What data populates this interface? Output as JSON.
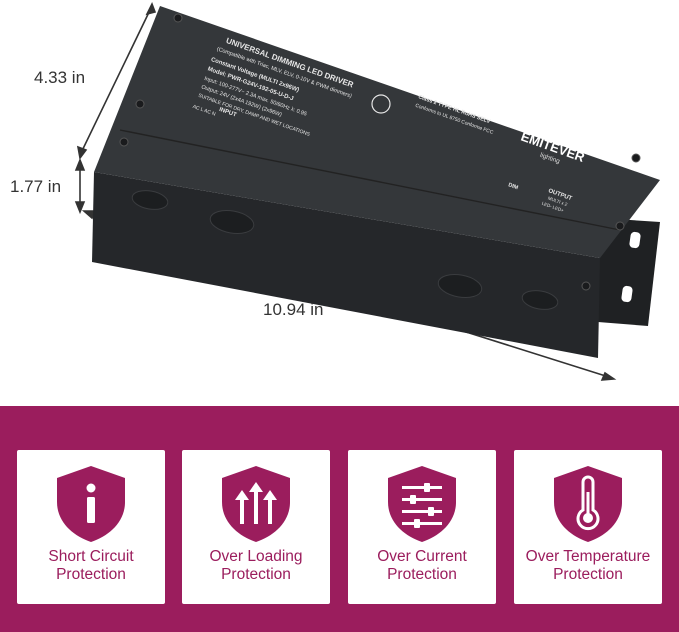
{
  "dimensions": {
    "height": "4.33 in",
    "depth": "1.77 in",
    "length": "10.94 in"
  },
  "product": {
    "title": "UNIVERSAL DIMMING LED DRIVER",
    "subtitle": "(Compatible with Triac, MLV, ELV, 0-10V & PWM dimmers)",
    "constant_voltage": "Constant Voltage (MULTI 2x96W)",
    "model": "Model: PWR-G24V-192-05-U-D-J",
    "input": "Input: 100-277V~ 2.3A max. 50/60Hz λ: 0.95",
    "output": "Output: 24V (2x4A 192W) (2x96W)",
    "suitable": "SUITABLE FOR DRY, DAMP AND WET LOCATIONS",
    "brand": "EMITEVER",
    "brand_sub": "lighting",
    "class_text": "Class 2  TYPE HL  RoHS  SELV",
    "conforms": "Conforms to UL 8750  Conforme FCC",
    "input_label": "INPUT",
    "ac_label": "AC L   AC N",
    "dim_label": "DIM",
    "output_label": "OUTPUT",
    "output_sub": "MULTI x 2",
    "output_pins": "LED-  LED+"
  },
  "features": [
    {
      "line1": "Short Circuit",
      "line2": "Protection",
      "icon": "info-shield-icon"
    },
    {
      "line1": "Over Loading",
      "line2": "Protection",
      "icon": "arrows-up-shield-icon"
    },
    {
      "line1": "Over Current",
      "line2": "Protection",
      "icon": "sliders-shield-icon"
    },
    {
      "line1": "Over Temperature",
      "line2": "Protection",
      "icon": "thermometer-shield-icon"
    }
  ],
  "colors": {
    "brand_band": "#9b1d5d",
    "shield": "#9b1d5d",
    "device_body": "#2d2f31",
    "text_dark": "#333333"
  }
}
